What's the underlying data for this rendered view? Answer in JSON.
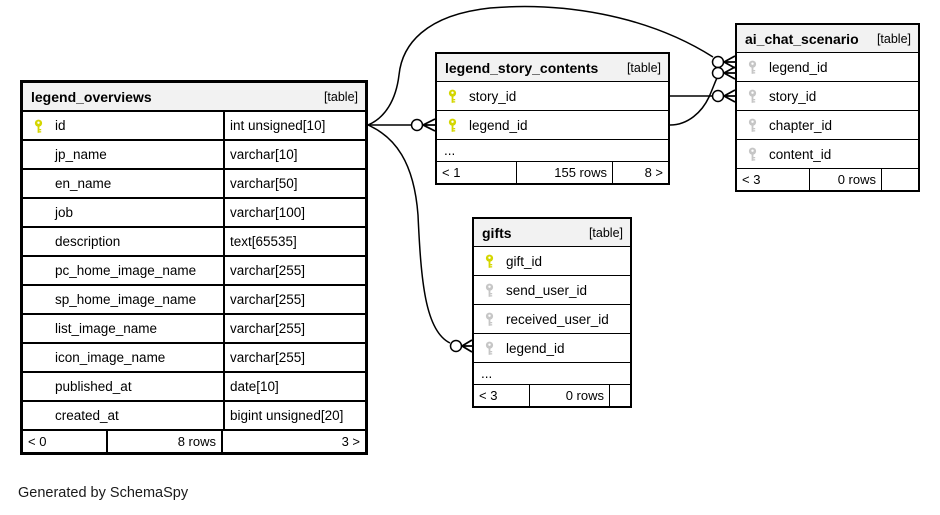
{
  "note": "Generated by SchemaSpy",
  "colors": {
    "primary_key": "#d4d600",
    "index_key": "#c6c6c6",
    "header_bg": "#f2f2f2",
    "line": "#000000"
  },
  "tables": {
    "legend_overviews": {
      "name": "legend_overviews",
      "badge": "[table]",
      "columns": [
        {
          "name": "id",
          "type": "int unsigned[10]",
          "key": "primary"
        },
        {
          "name": "jp_name",
          "type": "varchar[10]",
          "key": "none"
        },
        {
          "name": "en_name",
          "type": "varchar[50]",
          "key": "none"
        },
        {
          "name": "job",
          "type": "varchar[100]",
          "key": "none"
        },
        {
          "name": "description",
          "type": "text[65535]",
          "key": "none"
        },
        {
          "name": "pc_home_image_name",
          "type": "varchar[255]",
          "key": "none"
        },
        {
          "name": "sp_home_image_name",
          "type": "varchar[255]",
          "key": "none"
        },
        {
          "name": "list_image_name",
          "type": "varchar[255]",
          "key": "none"
        },
        {
          "name": "icon_image_name",
          "type": "varchar[255]",
          "key": "none"
        },
        {
          "name": "published_at",
          "type": "date[10]",
          "key": "none"
        },
        {
          "name": "created_at",
          "type": "bigint unsigned[20]",
          "key": "none"
        }
      ],
      "footer": {
        "parents": "< 0",
        "rows": "8 rows",
        "children": "3 >"
      }
    },
    "legend_story_contents": {
      "name": "legend_story_contents",
      "badge": "[table]",
      "columns": [
        {
          "name": "story_id",
          "key": "primary"
        },
        {
          "name": "legend_id",
          "key": "primary"
        }
      ],
      "ellipsis": "...",
      "footer": {
        "parents": "< 1",
        "rows": "155 rows",
        "children": "8 >"
      }
    },
    "ai_chat_scenario": {
      "name": "ai_chat_scenario",
      "badge": "[table]",
      "columns": [
        {
          "name": "legend_id",
          "key": "index"
        },
        {
          "name": "story_id",
          "key": "index"
        },
        {
          "name": "chapter_id",
          "key": "index"
        },
        {
          "name": "content_id",
          "key": "index"
        }
      ],
      "footer": {
        "parents": "< 3",
        "rows": "0 rows",
        "children": ""
      }
    },
    "gifts": {
      "name": "gifts",
      "badge": "[table]",
      "columns": [
        {
          "name": "gift_id",
          "key": "primary"
        },
        {
          "name": "send_user_id",
          "key": "index"
        },
        {
          "name": "received_user_id",
          "key": "index"
        },
        {
          "name": "legend_id",
          "key": "index"
        }
      ],
      "ellipsis": "...",
      "footer": {
        "parents": "< 3",
        "rows": "0 rows",
        "children": ""
      }
    }
  },
  "relationships": [
    {
      "from": "legend_overviews.id",
      "to": "legend_story_contents.legend_id"
    },
    {
      "from": "legend_overviews.id",
      "to": "ai_chat_scenario.legend_id"
    },
    {
      "from": "legend_overviews.id",
      "to": "gifts.legend_id"
    },
    {
      "from": "legend_story_contents.legend_id",
      "to": "ai_chat_scenario.legend_id"
    },
    {
      "from": "legend_story_contents.story_id",
      "to": "ai_chat_scenario.story_id"
    }
  ]
}
